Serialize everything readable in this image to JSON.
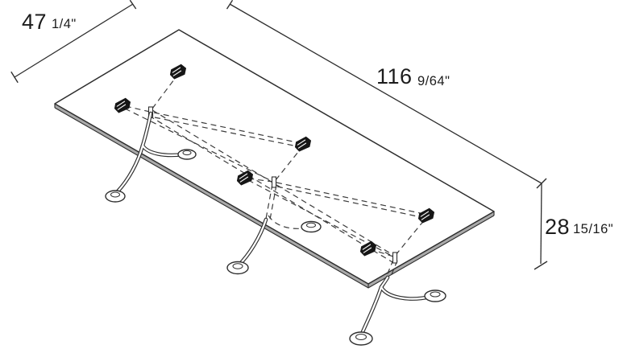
{
  "drawing": {
    "subject": "glass-top-conference-table-isometric-dimension-drawing",
    "background_color": "#ffffff",
    "line_color": "#2e2e2e",
    "clamp_color": "#161616",
    "dimensions": {
      "depth": {
        "value": "47",
        "fraction": "1/4\""
      },
      "length": {
        "value": "116",
        "fraction": "9/64\""
      },
      "height": {
        "value": "28",
        "fraction": "15/16\""
      }
    }
  }
}
